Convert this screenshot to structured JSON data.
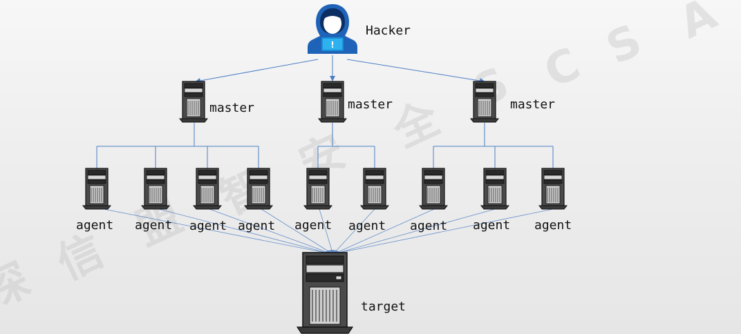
{
  "watermark": {
    "chars": [
      "A",
      "S",
      "C",
      "S",
      "全",
      "安",
      "智",
      "盟",
      "信",
      "深"
    ]
  },
  "nodes": {
    "hacker": {
      "label": "Hacker",
      "icon": "hacker-icon"
    },
    "masters": [
      {
        "label": "master"
      },
      {
        "label": "master"
      },
      {
        "label": "master"
      }
    ],
    "agents": [
      {
        "label": "agent"
      },
      {
        "label": "agent"
      },
      {
        "label": "agent"
      },
      {
        "label": "agent"
      },
      {
        "label": "agent"
      },
      {
        "label": "agent"
      },
      {
        "label": "agent"
      },
      {
        "label": "agent"
      },
      {
        "label": "agent"
      }
    ],
    "target": {
      "label": "target"
    }
  },
  "colors": {
    "link": "#4a7dc4",
    "tower": "#3a3a3a",
    "hacker": "#1f63b8"
  }
}
